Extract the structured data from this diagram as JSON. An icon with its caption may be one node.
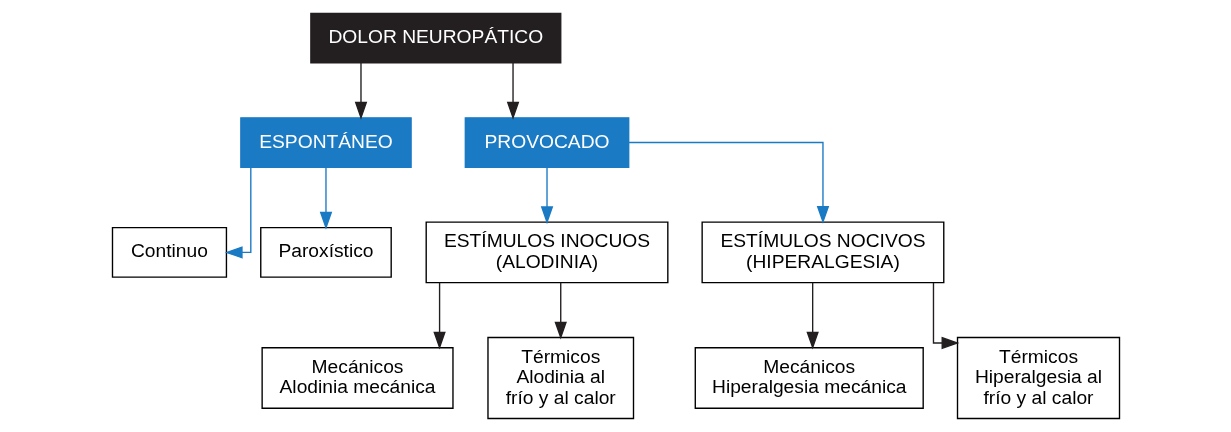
{
  "diagram": {
    "nodes": [
      {
        "text": [
          "DOLOR NEUROPÁTICO"
        ]
      },
      {
        "text": [
          "ESPONTÁNEO"
        ]
      },
      {
        "text": [
          "PROVOCADO"
        ]
      },
      {
        "text": [
          "Continuo"
        ]
      },
      {
        "text": [
          "Paroxístico"
        ]
      },
      {
        "text": [
          "ESTÍMULOS INOCUOS (ALODINIA)"
        ]
      },
      {
        "text": [
          "ESTÍMULOS NOCIVOS (HIPERALGESIA)"
        ]
      },
      {
        "text": [
          "Mecánicos",
          "Alodinia mecánica"
        ]
      },
      {
        "text": [
          "Térmicos",
          "Alodinia al frío y al calor"
        ]
      },
      {
        "text": [
          "Mecánicos",
          "Hiperalgesia mecánica"
        ]
      },
      {
        "text": [
          "Térmicos",
          "Hiperalgesia al frío y al calor"
        ]
      }
    ],
    "edges": [
      {
        "from": 0,
        "to": 1,
        "arrow": "to"
      },
      {
        "from": 0,
        "to": 2,
        "arrow": "to"
      },
      {
        "from": 1,
        "to": 3,
        "arrow": "to",
        "color": "#1a7ac4"
      },
      {
        "from": 1,
        "to": 4,
        "arrow": "to",
        "color": "#1a7ac4"
      },
      {
        "from": 2,
        "to": 5,
        "arrow": "to",
        "color": "#1a7ac4"
      },
      {
        "from": 2,
        "to": 6,
        "arrow": "to",
        "color": "#1a7ac4"
      },
      {
        "from": 5,
        "to": 7,
        "arrow": "to"
      },
      {
        "from": 5,
        "to": 8,
        "arrow": "to"
      },
      {
        "from": 6,
        "to": 9,
        "arrow": "to"
      },
      {
        "from": 6,
        "to": 10,
        "arrow": "to"
      }
    ]
  }
}
